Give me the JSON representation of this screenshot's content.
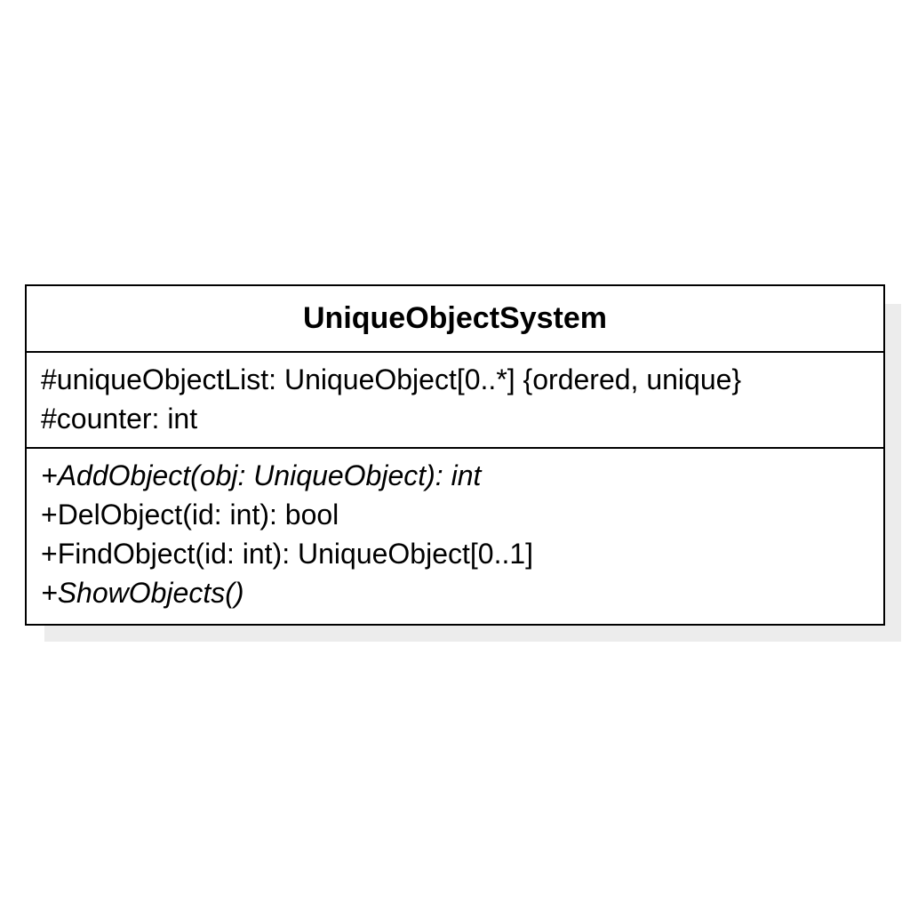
{
  "uml_class": {
    "name": "UniqueObjectSystem",
    "attributes": [
      "#uniqueObjectList: UniqueObject[0..*] {ordered, unique}",
      "#counter: int"
    ],
    "operations": [
      {
        "text": "+AddObject(obj: UniqueObject): int",
        "abstract": true
      },
      {
        "text": "+DelObject(id: int): bool",
        "abstract": false
      },
      {
        "text": "+FindObject(id: int): UniqueObject[0..1]",
        "abstract": false
      },
      {
        "text": "+ShowObjects()",
        "abstract": true
      }
    ]
  },
  "colors": {
    "border": "#000000",
    "background": "#ffffff",
    "shadow": "#ececec"
  }
}
